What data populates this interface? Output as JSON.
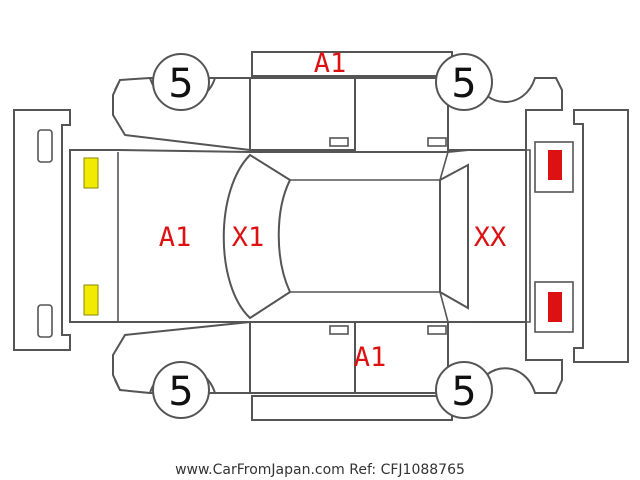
{
  "colors": {
    "outline": "#555555",
    "damage_mark": "#dd1111",
    "front_lamp": "#f2ea00",
    "rear_lamp": "#dd1111"
  },
  "tires": {
    "front_left": "5",
    "front_right": "5",
    "rear_left": "5",
    "rear_right": "5"
  },
  "marks": {
    "top_panel": "A1",
    "hood": "A1",
    "windshield": "X1",
    "rear_glass": "XX",
    "bottom_door": "A1"
  },
  "footer": "www.CarFromJapan.com Ref: CFJ1088765"
}
